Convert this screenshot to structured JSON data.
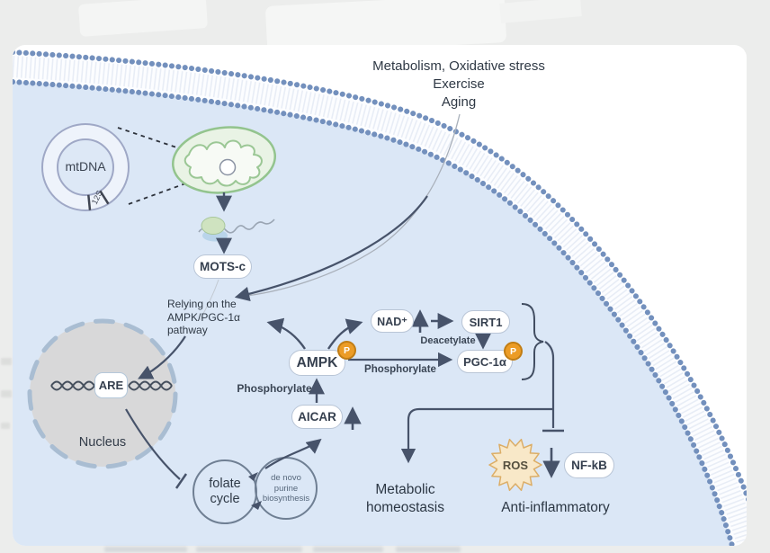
{
  "colors": {
    "arrow": "#47536a",
    "membrane_dots": "#7390bd",
    "cell_fill": "#dbe7f6",
    "phospho_badge": "#ec9c26",
    "ros_fill": "#f8e8c8",
    "nucleus_fill": "#d8d8d9",
    "mitochondrion_green": "#93c48e"
  },
  "stimuli": {
    "text": "Metabolism, Oxidative stress\nExercise\nAging"
  },
  "organelles": {
    "mtdna_label": "mtDNA",
    "mtdna_segment": "12S",
    "nucleus_label": "Nucleus",
    "are_label": "ARE"
  },
  "nodes": {
    "motsc": "MOTS-c",
    "ampk": "AMPK",
    "nad": "NAD⁺",
    "sirt1": "SIRT1",
    "pgc1a": "PGC-1α",
    "aicar": "AICAR",
    "nfkb": "NF-kB",
    "ros": "ROS",
    "phospho_badge": "P"
  },
  "labels": {
    "relying": "Relying on the\nAMPK/PGC-1α\npathway",
    "deacetylate": "Deacetylate",
    "phosphorylate_pgc": "Phosphorylate",
    "phosphorylate_ampk": "Phosphorylate",
    "folate_cycle": "folate\ncycle",
    "de_novo": "de novo\npurine\nbiosynthesis",
    "metabolic_homeostasis": "Metabolic\nhomeostasis",
    "anti_inflammatory": "Anti-inflammatory"
  }
}
